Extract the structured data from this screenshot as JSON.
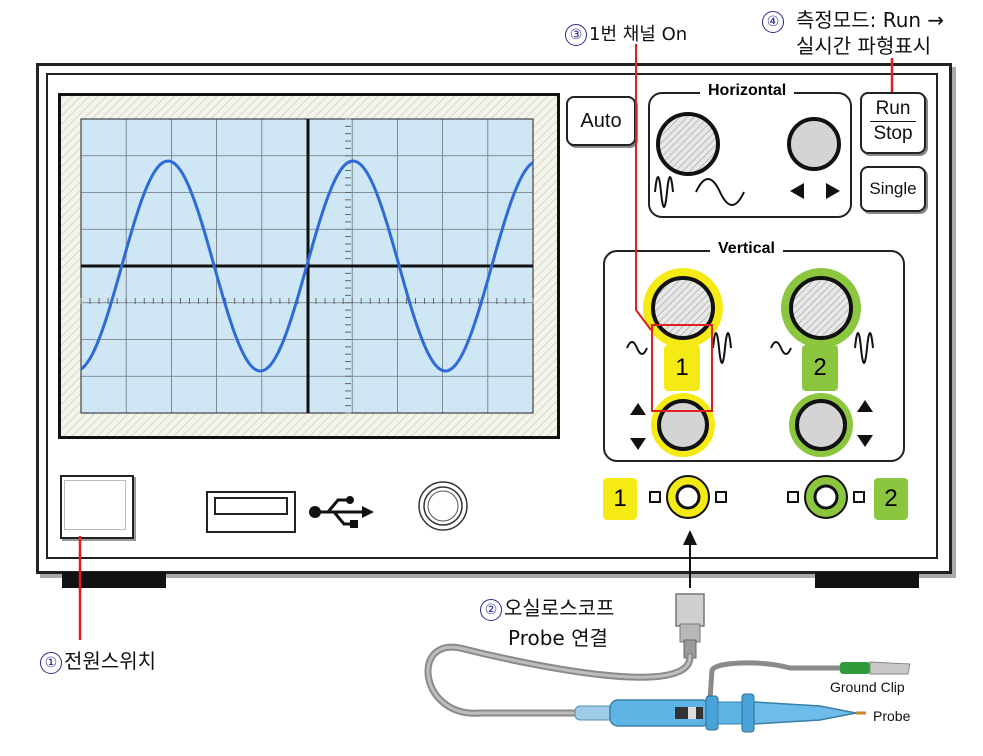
{
  "callouts": {
    "power": {
      "num": "①",
      "text": "전원스위치"
    },
    "probe": {
      "num": "②",
      "line1": "오실로스코프",
      "line2": "Probe 연결"
    },
    "channel": {
      "num": "③",
      "text": "1번 채널 On"
    },
    "mode": {
      "num": "④",
      "line1": "측정모드: Run →",
      "line2": "실시간 파형표시"
    }
  },
  "buttons": {
    "auto": "Auto",
    "run": "Run",
    "stop": "Stop",
    "single": "Single"
  },
  "sections": {
    "horizontal": "Horizontal",
    "vertical": "Vertical"
  },
  "channels": {
    "ch1_label": "1",
    "ch2_label": "2",
    "ch1_input": "1",
    "ch2_input": "2"
  },
  "probe_parts": {
    "ground_clip": "Ground Clip",
    "probe": "Probe"
  },
  "colors": {
    "ch1": "#f5ea14",
    "ch2": "#8cc63f",
    "wave": "#2e6bd6",
    "screen": "#cfe6f4",
    "highlight": "#e02020"
  }
}
